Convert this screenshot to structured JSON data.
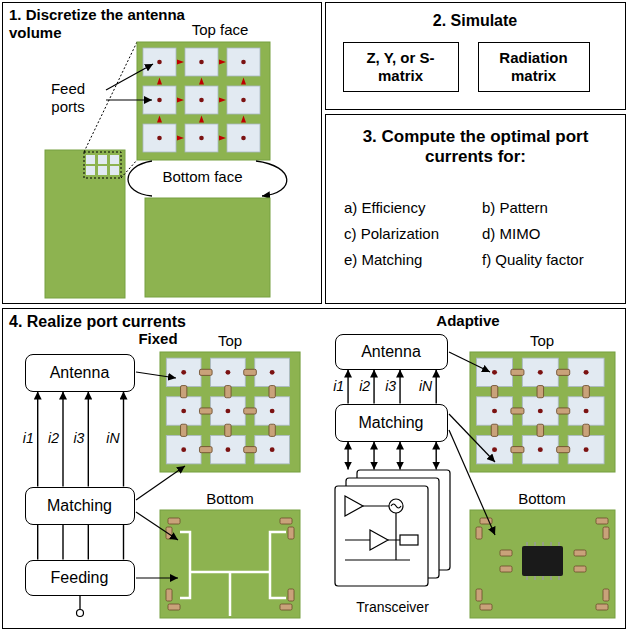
{
  "diagram": {
    "nodes": [
      {
        "text": [
          "1. Discretize the antenna volume"
        ]
      },
      {
        "text": [
          "2. Simulate"
        ]
      },
      {
        "text": [
          "Z, Y, or S-matrix"
        ],
        "in": 1
      },
      {
        "text": [
          "Radiation matrix"
        ],
        "in": 1
      },
      {
        "text": [
          "3. Compute the optimal port currents for:",
          "a) Efficiency",
          "b) Pattern",
          "c) Polarization",
          "d) MIMO",
          "e) Matching",
          "f) Quality factor"
        ]
      },
      {
        "text": [
          "4. Realize port currents",
          "Fixed",
          "Adaptive"
        ]
      },
      {
        "text": [
          "Antenna"
        ],
        "in": 5
      },
      {
        "text": [
          "Matching"
        ],
        "in": 5
      },
      {
        "text": [
          "Feeding"
        ],
        "in": 5
      },
      {
        "text": [
          "Antenna"
        ],
        "in": 5
      },
      {
        "text": [
          "Matching"
        ],
        "in": 5
      },
      {
        "text": [
          "Transceiver"
        ],
        "in": 5
      }
    ],
    "edges": [
      {
        "from": 7,
        "to": 6,
        "arrow": "to",
        "label": "i1"
      },
      {
        "from": 7,
        "to": 6,
        "arrow": "to",
        "label": "i2"
      },
      {
        "from": 7,
        "to": 6,
        "arrow": "to",
        "label": "i3"
      },
      {
        "from": 7,
        "to": 6,
        "arrow": "to",
        "label": "iN"
      },
      {
        "from": 7,
        "to": 8,
        "arrow": "none"
      },
      {
        "from": 7,
        "to": 8,
        "arrow": "none"
      },
      {
        "from": 7,
        "to": 8,
        "arrow": "none"
      },
      {
        "from": 7,
        "to": 8,
        "arrow": "none"
      },
      {
        "from": 10,
        "to": 9,
        "arrow": "to",
        "label": "i1"
      },
      {
        "from": 10,
        "to": 9,
        "arrow": "to",
        "label": "i2"
      },
      {
        "from": 10,
        "to": 9,
        "arrow": "to",
        "label": "i3"
      },
      {
        "from": 10,
        "to": 9,
        "arrow": "to",
        "label": "iN"
      },
      {
        "from": 10,
        "to": 11,
        "arrow": "both"
      },
      {
        "from": 10,
        "to": 11,
        "arrow": "both"
      },
      {
        "from": 10,
        "to": 11,
        "arrow": "both"
      },
      {
        "from": 10,
        "to": 11,
        "arrow": "both"
      }
    ],
    "labels": [
      "Feed ports",
      "Top face",
      "Bottom face",
      "Top",
      "Bottom",
      "Top",
      "Bottom"
    ]
  }
}
